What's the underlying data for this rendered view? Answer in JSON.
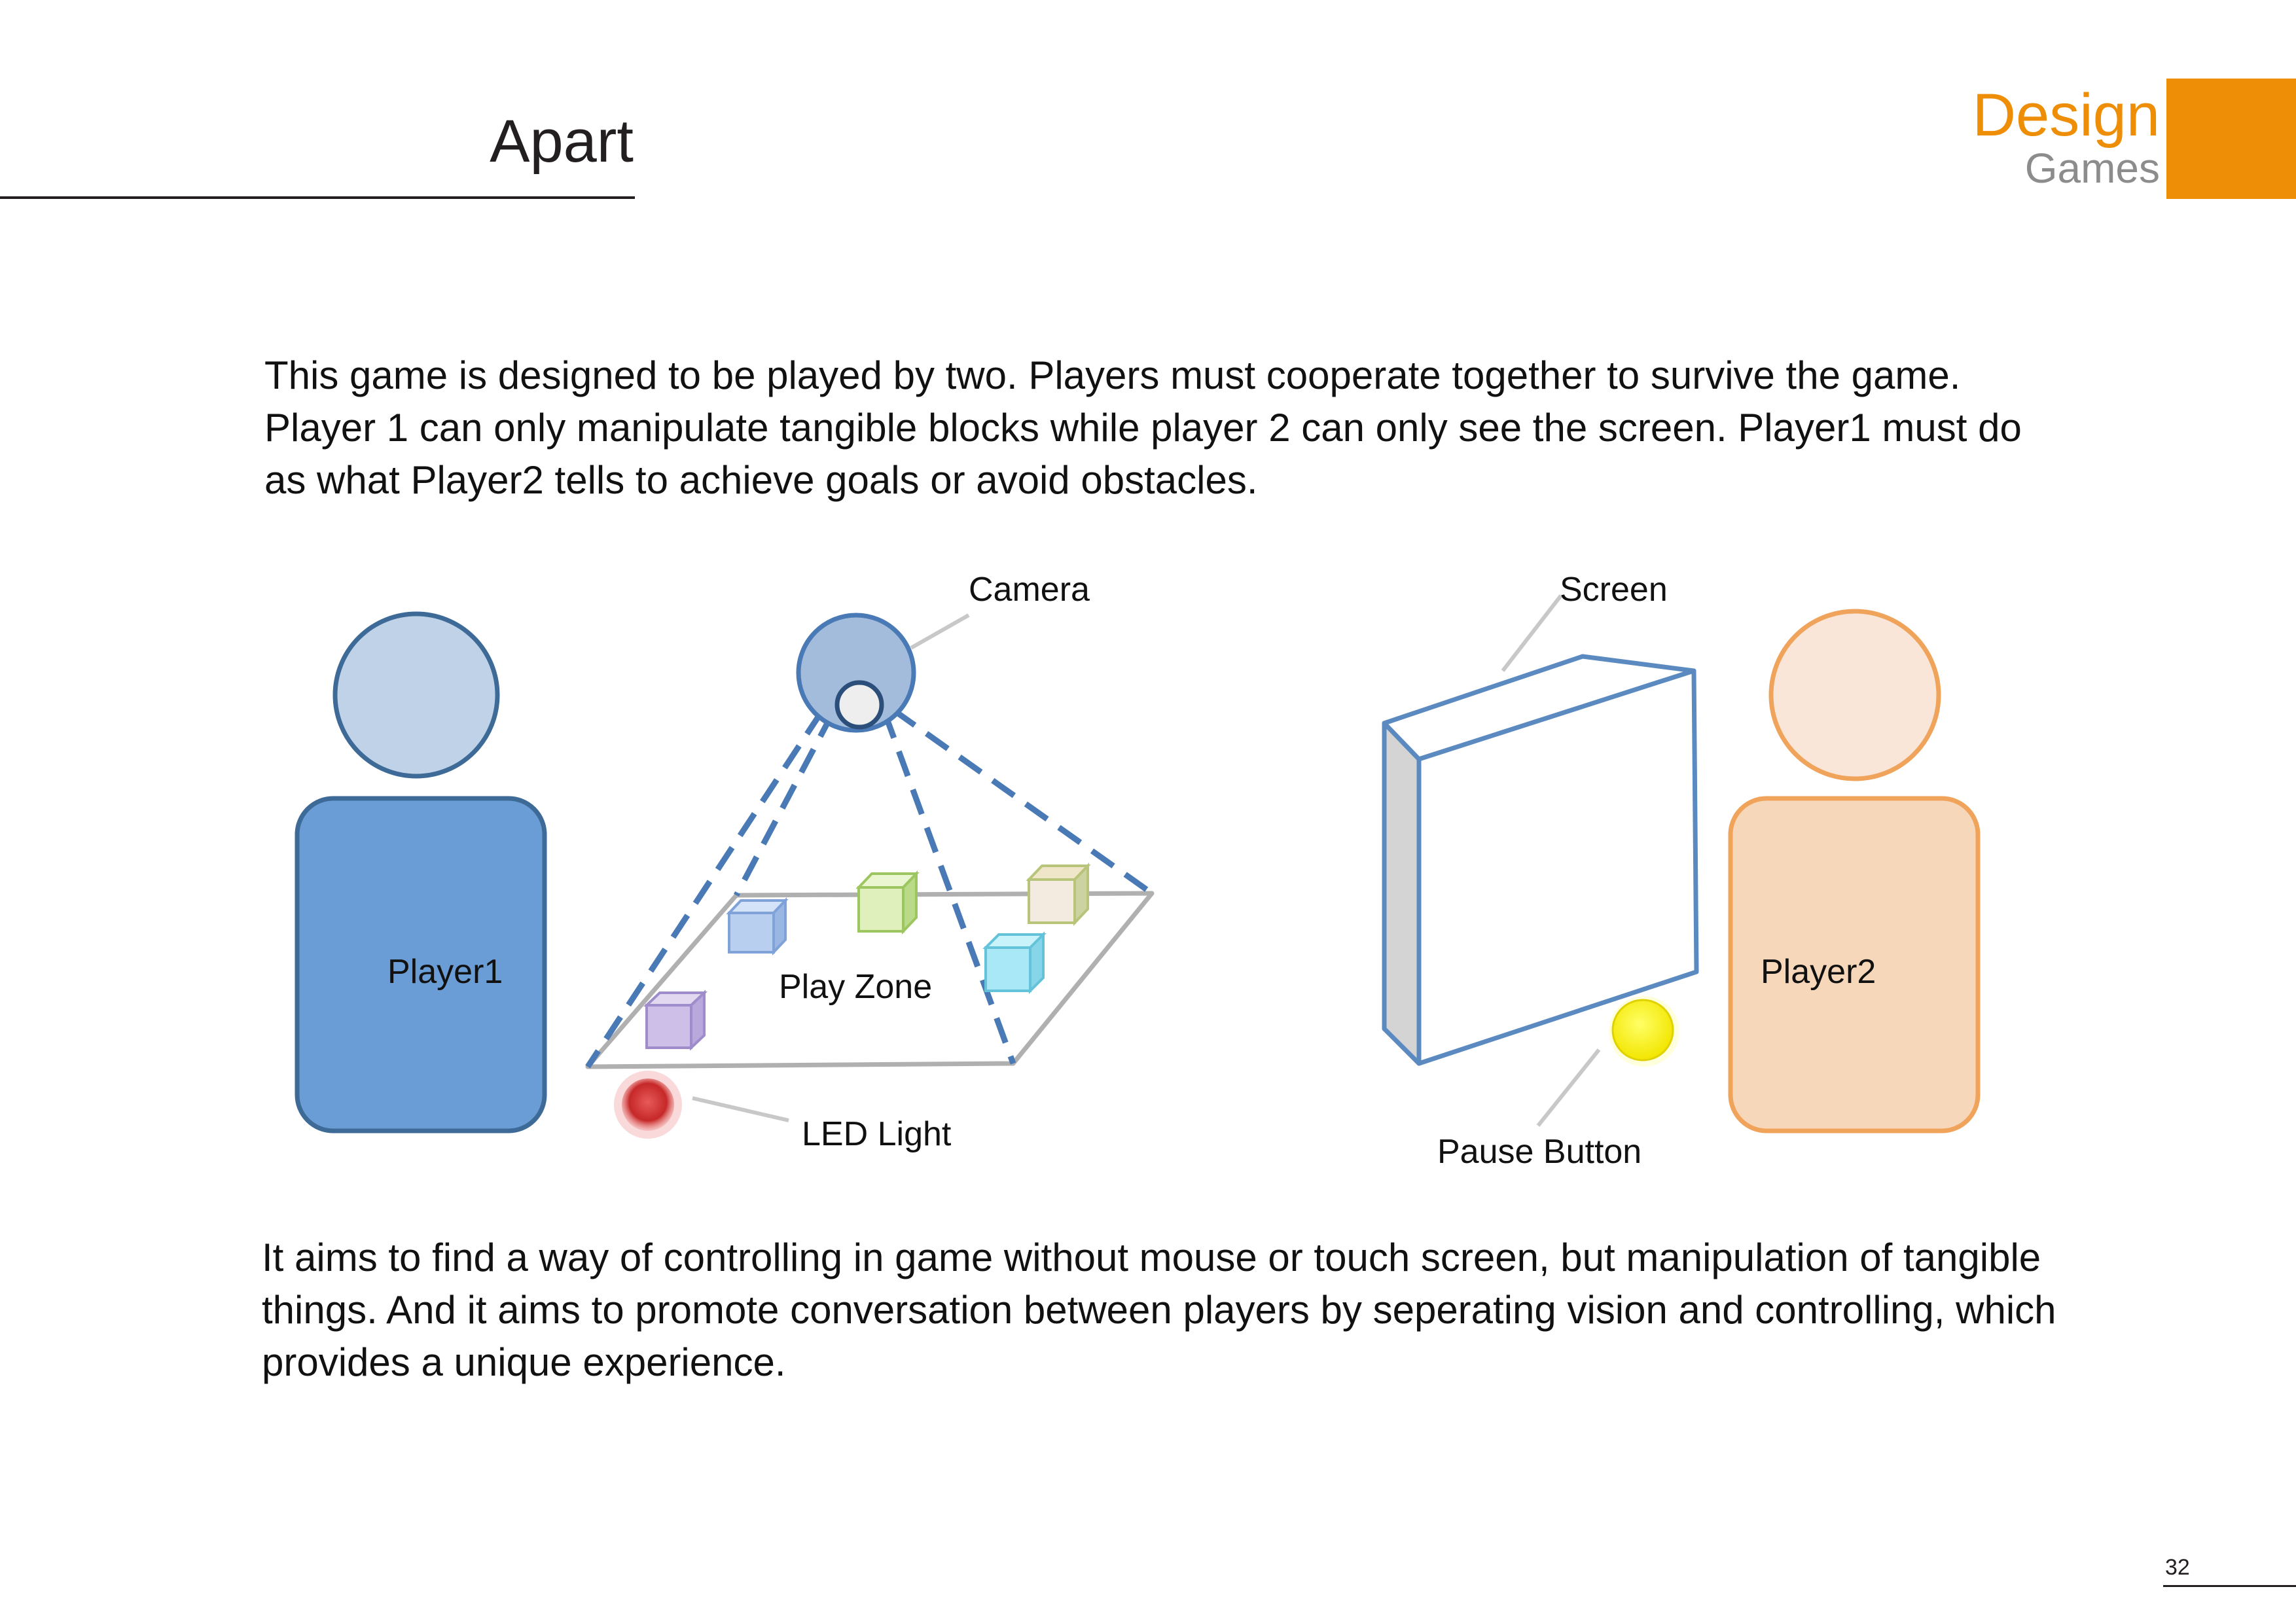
{
  "header": {
    "title": "Apart",
    "tag_primary": "Design",
    "tag_secondary": "Games",
    "accent_color": "#ee8e06"
  },
  "intro_text": "This game is designed to be played by two. Players must cooperate together to survive the game. Player 1 can only manipulate tangible blocks while player 2 can only see the screen. Player1 must do as what Player2 tells to achieve goals or avoid obstacles.",
  "diagram": {
    "player1_label": "Player1",
    "player2_label": "Player2",
    "camera_label": "Camera",
    "play_zone_label": "Play Zone",
    "led_label": "LED Light",
    "screen_label": "Screen",
    "pause_label": "Pause Button",
    "colors": {
      "player1_body": "#6a9cd6",
      "player1_head": "#bfd2e8",
      "player1_stroke": "#3d6a96",
      "player2_body": "#f7d7b9",
      "player2_head": "#fae6d9",
      "player2_stroke": "#f0a35a",
      "screen_stroke": "#5b8ac0",
      "led": "#d43c3c",
      "pause_button": "#ffff00"
    }
  },
  "outro_text": "It aims to find a way of controlling in game without mouse or touch screen, but manipulation of tangible things. And it aims to promote conversation between players by seperating vision and controlling, which provides a unique experience.",
  "page_number": "32"
}
